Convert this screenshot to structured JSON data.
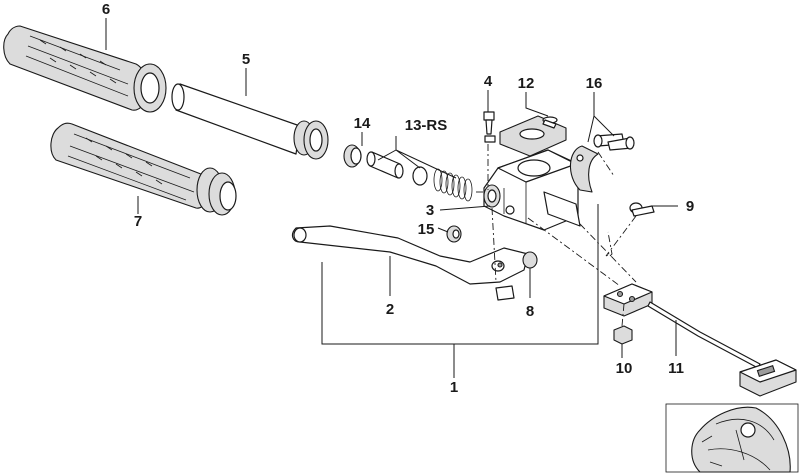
{
  "labels": {
    "p1": "1",
    "p2": "2",
    "p3": "3",
    "p4": "4",
    "p5": "5",
    "p6": "6",
    "p7": "7",
    "p8": "8",
    "p9": "9",
    "p10": "10",
    "p11": "11",
    "p12": "12",
    "p13": "13-RS",
    "p14": "14",
    "p15": "15",
    "p16": "16"
  }
}
